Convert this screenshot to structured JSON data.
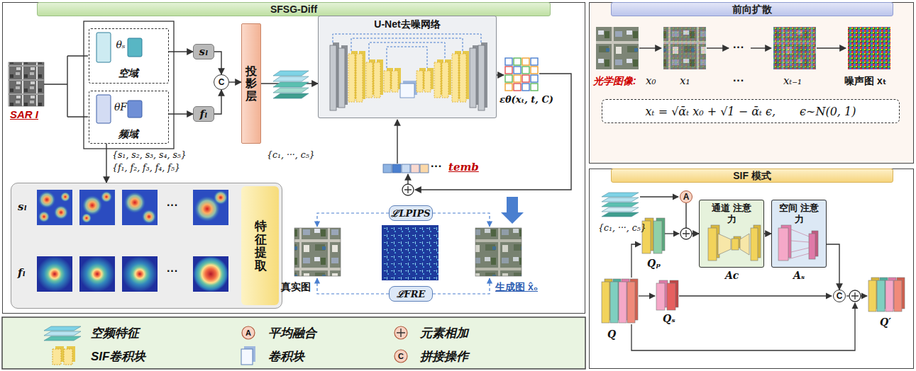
{
  "diagram": {
    "nodes": [
      {
        "text": [
          "SFSG-Diff"
        ]
      },
      {
        "text": [
          "θₛ",
          "空域"
        ],
        "in": 0
      },
      {
        "text": [
          "θF",
          "频域"
        ],
        "in": 0
      },
      {
        "text": [
          "sₗ"
        ],
        "in": 0
      },
      {
        "text": [
          "fₗ"
        ],
        "in": 0
      },
      {
        "text": [
          "C"
        ],
        "in": 0
      },
      {
        "text": [
          "投影层"
        ],
        "in": 0
      },
      {
        "text": [
          "U-Net去噪网络"
        ],
        "in": 0
      },
      {
        "text": [
          "ℒLPIPS"
        ],
        "in": 0
      },
      {
        "text": [
          "ℒFRE"
        ],
        "in": 0
      },
      {
        "text": [
          "sₗ",
          "···",
          "fₗ",
          "···",
          "特征提取"
        ],
        "in": 0
      },
      {
        "text": [
          "前向扩散"
        ]
      },
      {
        "text": [
          "xₜ = √ᾱₜ x₀ + √1 − ᾱₜ ϵ,",
          "ϵ∼N(0, 1)"
        ],
        "in": 11
      },
      {
        "text": [
          "SIF 模式"
        ]
      },
      {
        "text": [
          "A"
        ],
        "in": 13
      },
      {
        "text": [
          "通道 注意力"
        ],
        "in": 13
      },
      {
        "text": [
          "空间 注意力"
        ],
        "in": 13
      },
      {
        "text": [
          "C"
        ],
        "in": 13
      }
    ],
    "edges": [
      {
        "from": 1,
        "to": 3,
        "arrow": "to"
      },
      {
        "from": 2,
        "to": 4,
        "arrow": "to"
      },
      {
        "from": 3,
        "to": 5,
        "arrow": "to"
      },
      {
        "from": 4,
        "to": 5,
        "arrow": "to"
      },
      {
        "from": 5,
        "to": 6,
        "arrow": "to"
      },
      {
        "from": 6,
        "to": 7,
        "arrow": "to"
      },
      {
        "from": 2,
        "to": 10,
        "arrow": "to"
      },
      {
        "from": 14,
        "to": 15,
        "arrow": "to"
      },
      {
        "from": 15,
        "to": 16,
        "arrow": "to"
      },
      {
        "from": 16,
        "to": 17,
        "arrow": "to"
      }
    ],
    "labels": [
      "SAR I",
      "{s₁, s₂, s₃, s₄, s₅}",
      "{f₁, f₂, f₃, f₄, f₅}",
      "{c₁, ···, c₅}",
      "εθ(xₜ, t, C)",
      "temb",
      "···",
      "真实图",
      "生成图 x̂₀",
      "光学图像:",
      "x₀",
      "x₁",
      "···",
      "···",
      "xₜ₋₁",
      "噪声图 xₜ",
      "{c₁, ···, c₅}",
      "Qₚ",
      "Q",
      "Qₛ",
      "Ac",
      "Aₛ",
      "Q′",
      "A",
      "C"
    ],
    "legend": [
      {
        "text": "空频特征"
      },
      {
        "text": "平均融合"
      },
      {
        "text": "元素相加"
      },
      {
        "text": "SIF卷积块"
      },
      {
        "text": "卷积块"
      },
      {
        "text": "拼接操作"
      }
    ]
  }
}
